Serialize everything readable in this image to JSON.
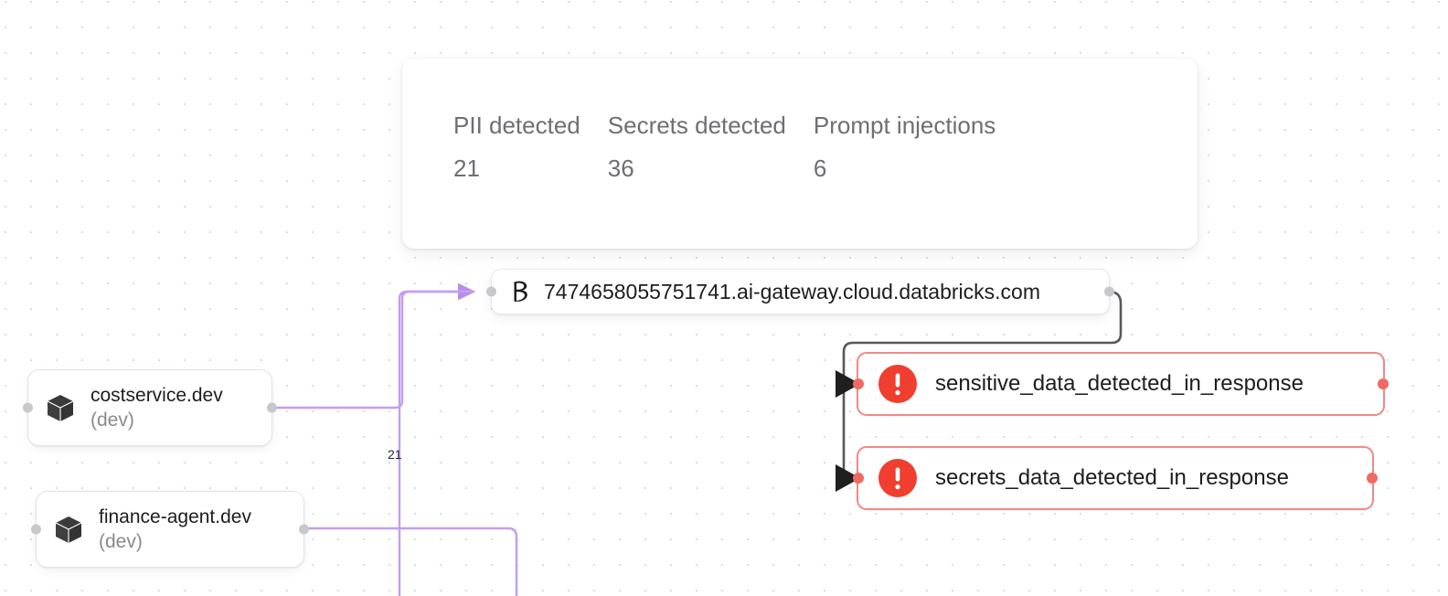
{
  "canvas": {
    "background": "#ffffff",
    "dot_color": "#dcdcdc"
  },
  "stats_card": {
    "name": "ai-gateway-stats",
    "metrics": [
      {
        "label": "PII detected",
        "value": "21"
      },
      {
        "label": "Secrets detected",
        "value": "36"
      },
      {
        "label": "Prompt injections",
        "value": "6"
      }
    ]
  },
  "nodes": {
    "gateway": {
      "label": "7474658055751741.ai-gateway.cloud.databricks.com",
      "icon": "databricks-logo-icon"
    },
    "services": [
      {
        "title": "costservice.dev",
        "subtitle": "(dev)",
        "icon": "cube-icon"
      },
      {
        "title": "finance-agent.dev",
        "subtitle": "(dev)",
        "icon": "cube-icon"
      }
    ],
    "alerts": [
      {
        "label": "sensitive_data_detected_in_response",
        "icon": "alert-exclamation-icon",
        "color": "#F03E2F"
      },
      {
        "label": "secrets_data_detected_in_response",
        "icon": "alert-exclamation-icon",
        "color": "#F03E2F"
      }
    ]
  },
  "edges": {
    "purple_color": "#c39ef0",
    "dark_color": "#4a4a4a",
    "labels": [
      {
        "text": "21"
      }
    ]
  }
}
